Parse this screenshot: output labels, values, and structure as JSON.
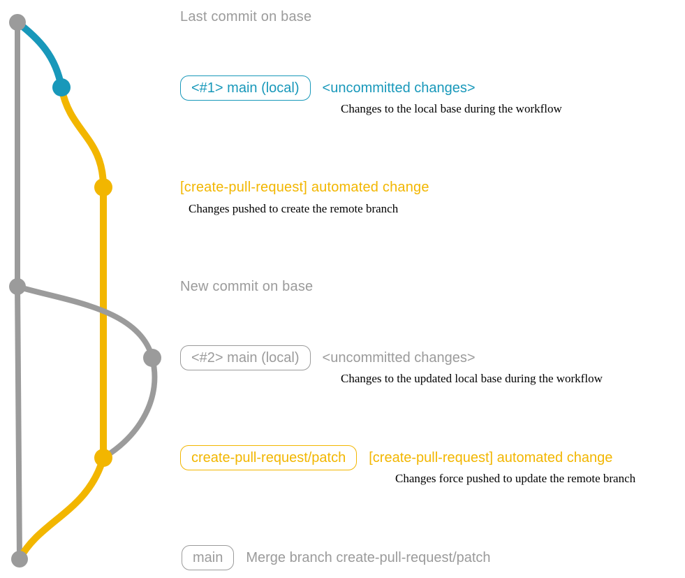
{
  "colors": {
    "gray": "#9b9b9b",
    "teal": "#1898ba",
    "yellow": "#f2b600",
    "note": "#000000"
  },
  "annotations": {
    "last_commit_label": "Last commit on base",
    "branch1": {
      "badge": "<#1> main (local)",
      "title": "<uncommitted changes>",
      "note": "Changes to the local base during the workflow"
    },
    "commit1": {
      "title": "[create-pull-request] automated change",
      "note": "Changes pushed to create the remote branch"
    },
    "new_commit_label": "New commit on base",
    "branch2": {
      "badge": "<#2> main (local)",
      "title": "<uncommitted changes>",
      "note": "Changes to the updated local base during the workflow"
    },
    "commit2": {
      "badge": "create-pull-request/patch",
      "title": "[create-pull-request] automated change",
      "note": "Changes force pushed to update the remote branch"
    },
    "merge": {
      "badge": "main",
      "title": "Merge branch create-pull-request/patch"
    }
  }
}
